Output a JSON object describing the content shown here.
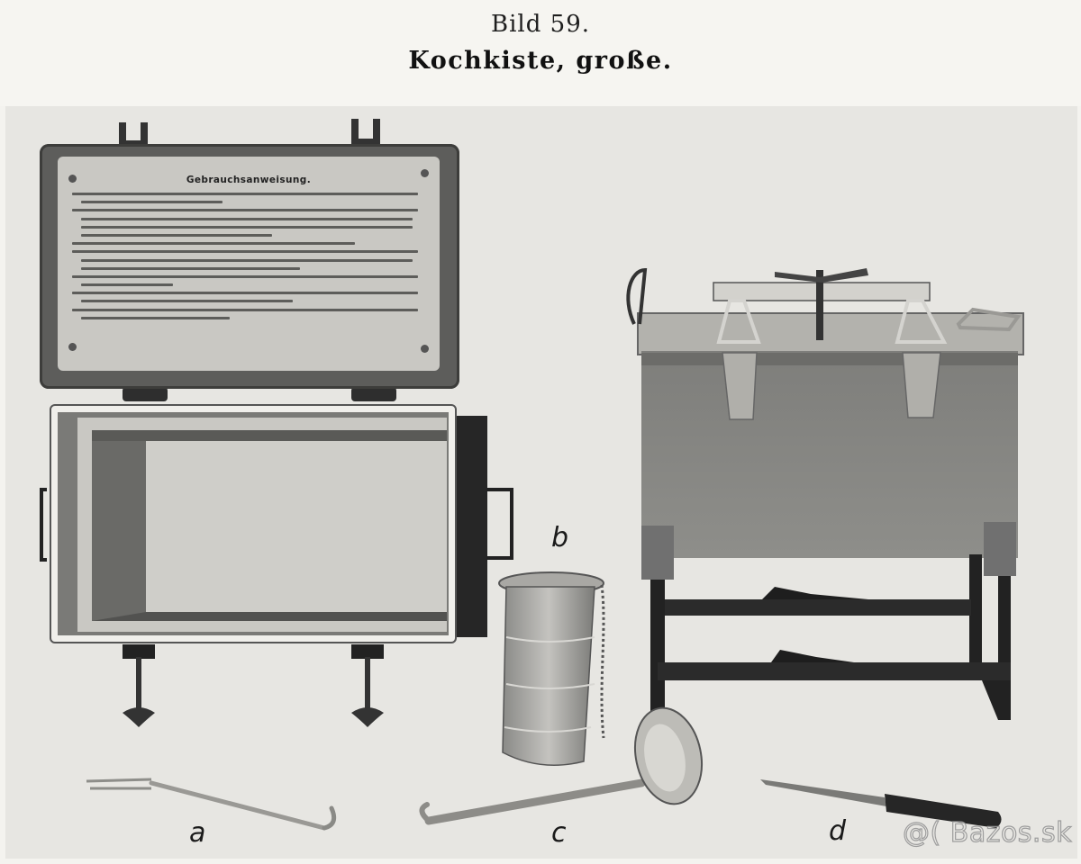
{
  "header": {
    "figure_number": "Bild 59.",
    "caption": "Kochkiste, große."
  },
  "instruction_plate": {
    "title": "Gebrauchsanweisung.",
    "numbered_items": 7,
    "note": "Body text of instructions is illegible at scan resolution"
  },
  "item_labels": {
    "a": "a",
    "b": "b",
    "c": "c",
    "d": "d"
  },
  "items": [
    {
      "label": "a",
      "object": "fork-with-hook"
    },
    {
      "label": "b",
      "object": "cylindrical-container-with-chain"
    },
    {
      "label": "c",
      "object": "ladle"
    },
    {
      "label": "d",
      "object": "knife"
    }
  ],
  "watermark": "@( Bazos.sk",
  "colors": {
    "paper": "#f4f3ef",
    "plate_bg": "#e7e6e2",
    "metal_dark": "#5d5d5b",
    "metal_light": "#c9c8c3",
    "ink": "#1a1a1a"
  }
}
